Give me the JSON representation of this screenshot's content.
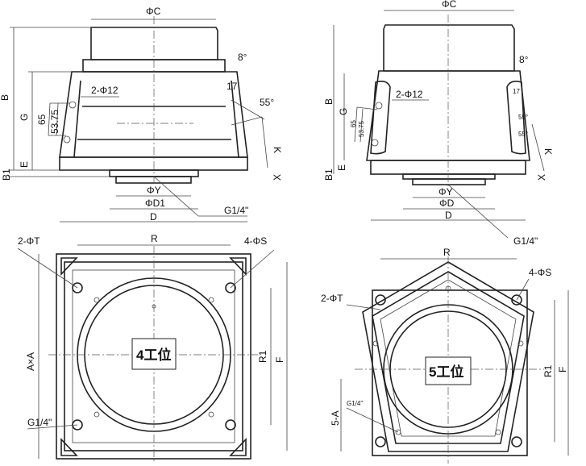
{
  "four_station": {
    "elevation": {
      "phi_c": "ΦC",
      "angle_top": "8°",
      "b": "B",
      "g": "G",
      "holes": "2-Φ12",
      "dim_17": "17",
      "angle_side": "55°",
      "dim_65": "65",
      "dim_5375": "53.75",
      "k": "K",
      "e": "E",
      "b1": "B1",
      "x": "X",
      "phi_y": "ΦY",
      "phi_d1": "ΦD1",
      "d": "D",
      "port": "G1/4\""
    },
    "plan": {
      "pins": "2-ΦT",
      "r": "R",
      "bolts": "4-ΦS",
      "axa": "A×A",
      "r1": "R1",
      "f": "F",
      "center": "4工位",
      "port": "G1/4\""
    }
  },
  "five_station": {
    "elevation": {
      "phi_c": "ΦC",
      "angle_top": "8°",
      "b": "B",
      "g": "G",
      "holes": "2-Φ12",
      "dim_65": "65",
      "dim_5375": "53.75",
      "dim_17": "17",
      "angle_a": "55°",
      "angle_b": "55°",
      "k": "K",
      "e": "E",
      "b1": "B1",
      "x": "X",
      "phi_y": "ΦY",
      "phi_d": "ΦD",
      "d": "D",
      "port": "G1/4\""
    },
    "plan": {
      "r": "R",
      "bolts": "4-ΦS",
      "pins": "2-ΦT",
      "r1": "R1",
      "f": "F",
      "center": "5工位",
      "side": "5-A",
      "port": "G1/4\""
    }
  }
}
